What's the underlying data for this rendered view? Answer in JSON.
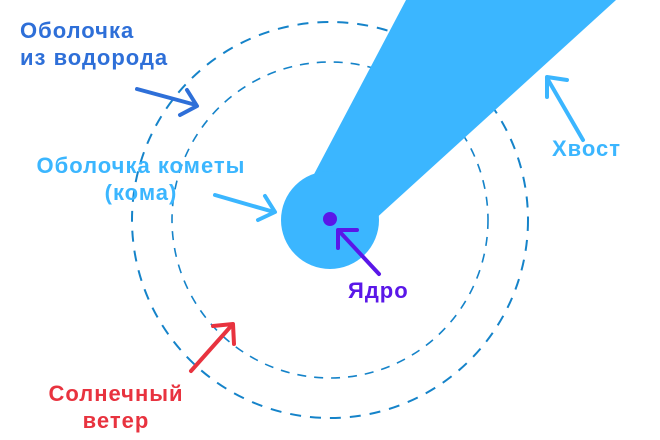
{
  "labels": {
    "hydrogen_line1": "Оболочка",
    "hydrogen_line2": "из водорода",
    "coma_line1": "Оболочка кометы",
    "coma_line2": "(кома)",
    "tail": "Хвост",
    "nucleus": "Ядро",
    "wind_line1": "Солнечный",
    "wind_line2": "ветер"
  },
  "colors": {
    "hydrogen": "#2e6fd8",
    "coma": "#3bb6ff",
    "nucleus": "#5a17e8",
    "wind": "#e8333f",
    "orbit": "#1583c9"
  }
}
